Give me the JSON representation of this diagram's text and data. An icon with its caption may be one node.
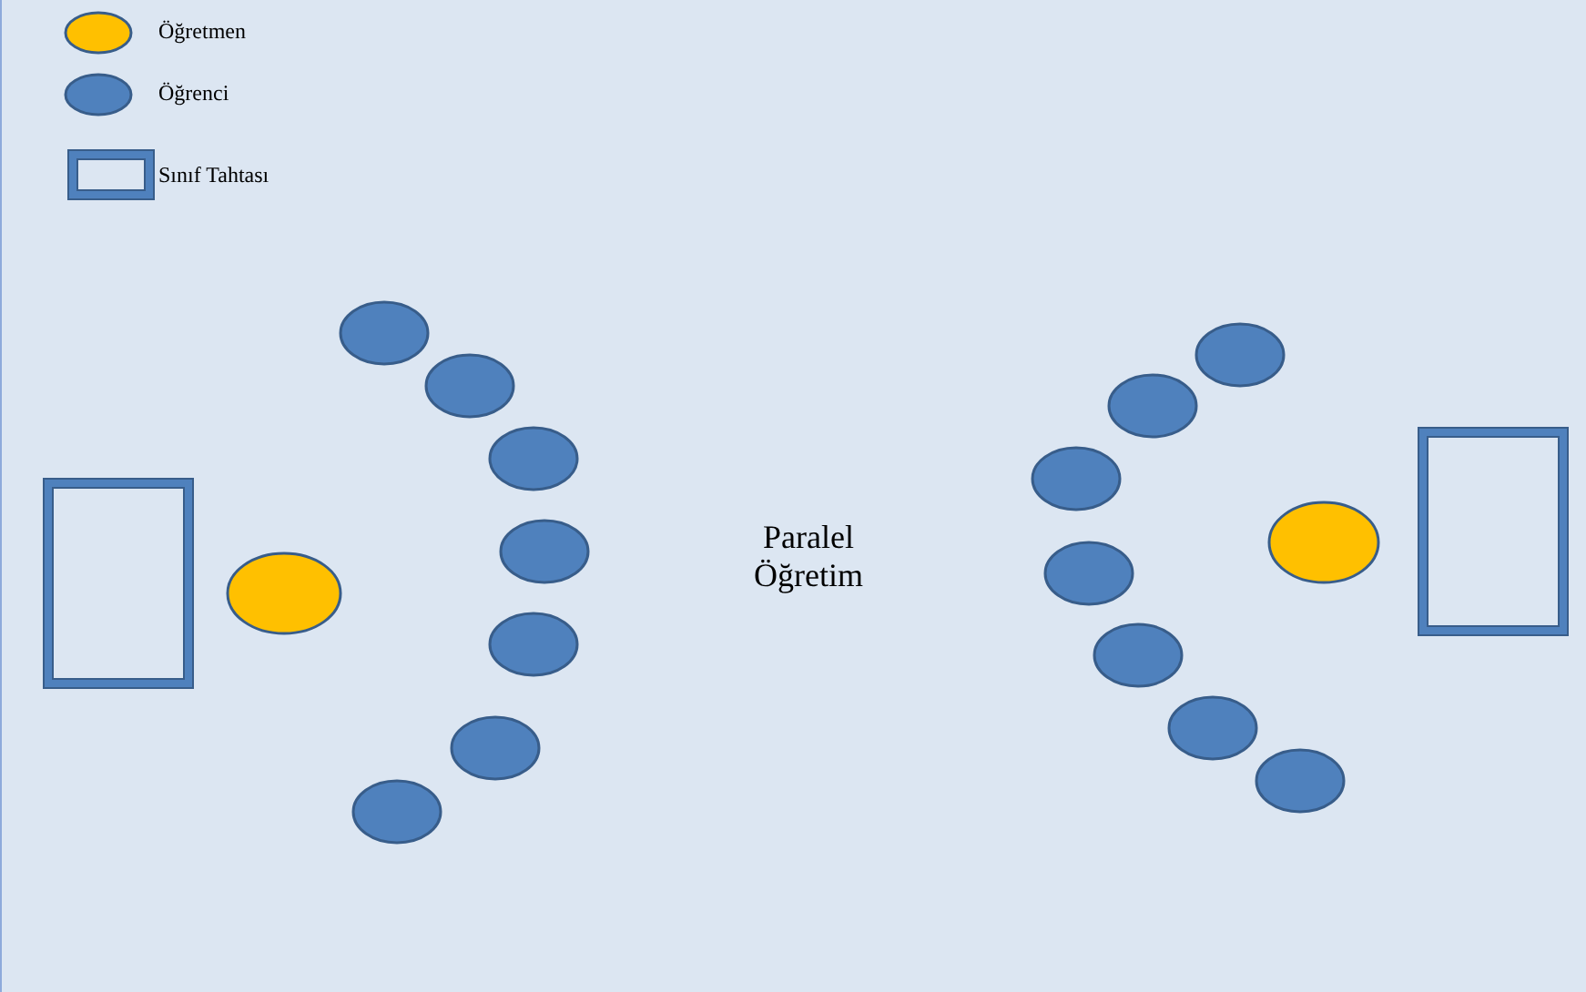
{
  "diagram": {
    "labels": [
      "Paralel Öğretim"
    ],
    "legend": [
      {
        "text": "Öğretmen",
        "color": "#ffc000"
      },
      {
        "text": "Öğrenci",
        "color": "#4f81bd"
      },
      {
        "text": "Sınıf Tahtası"
      }
    ]
  }
}
